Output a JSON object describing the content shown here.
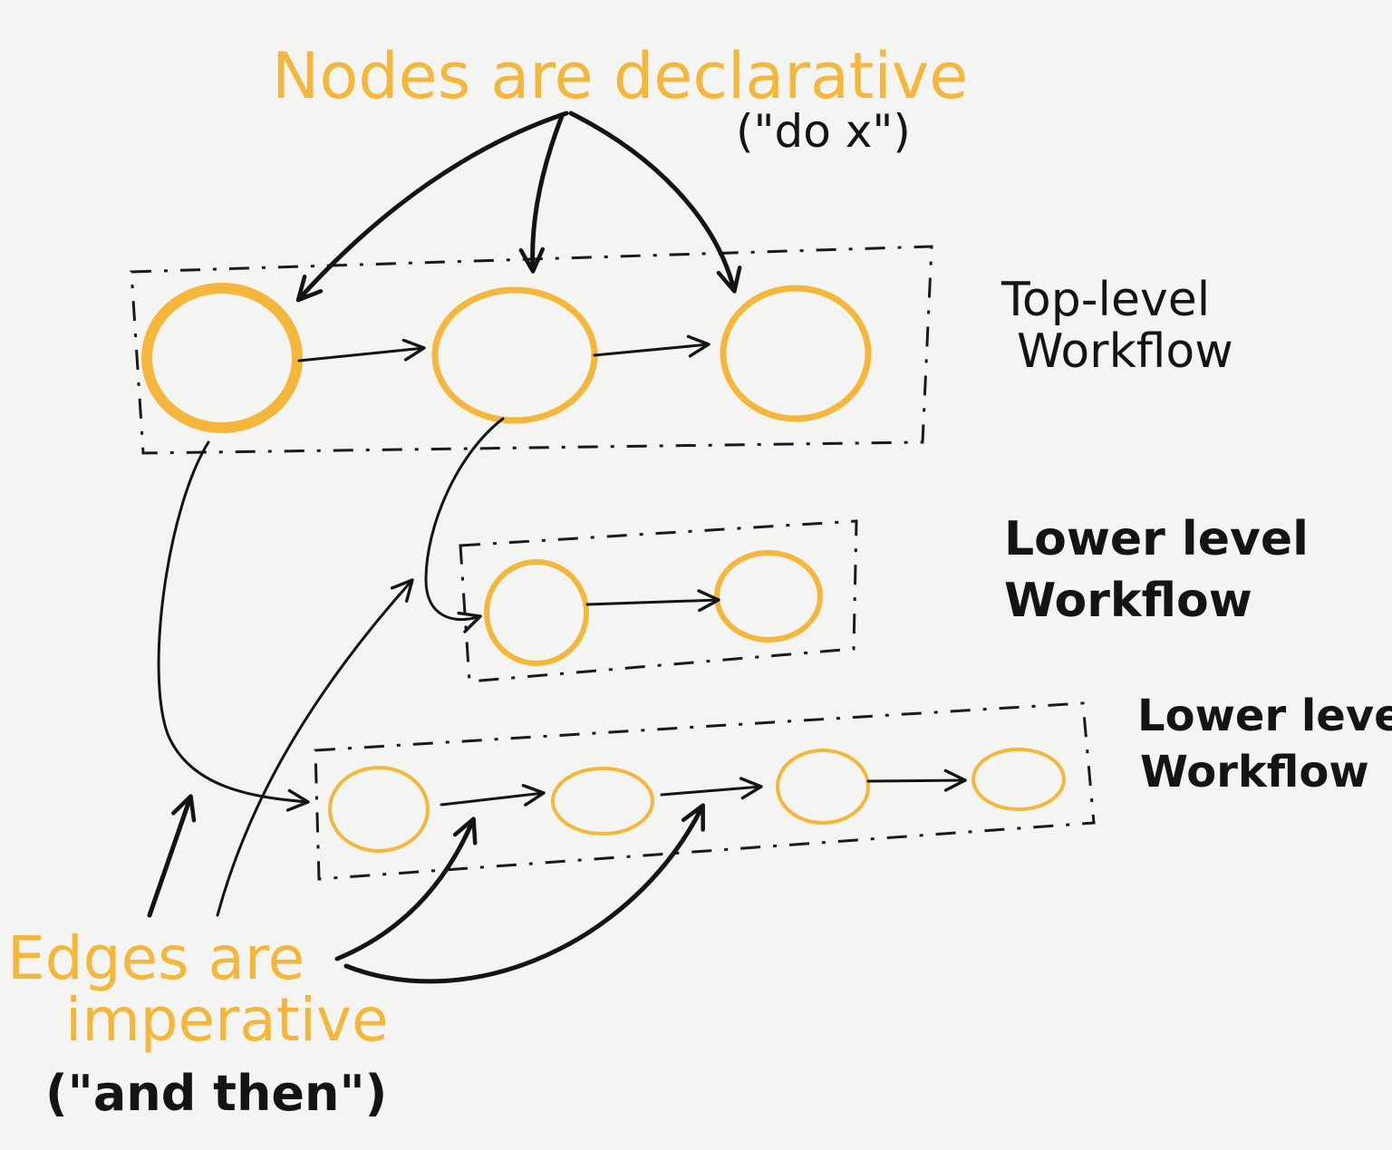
{
  "annotations": {
    "nodes_title": "Nodes are declarative",
    "nodes_sub": "(\"do x\")",
    "edges_line1": "Edges are",
    "edges_line2": "imperative",
    "edges_sub": "(\"and then\")"
  },
  "groups": {
    "top": {
      "line1": "Top-level",
      "line2": "Workflow"
    },
    "mid": {
      "line1": "Lower level",
      "line2": "Workflow"
    },
    "bottom": {
      "line1": "Lower level",
      "line2": "Workflow"
    }
  },
  "colors": {
    "node": "#f5b73b",
    "ink": "#141414",
    "paper": "#f4f4f2"
  }
}
